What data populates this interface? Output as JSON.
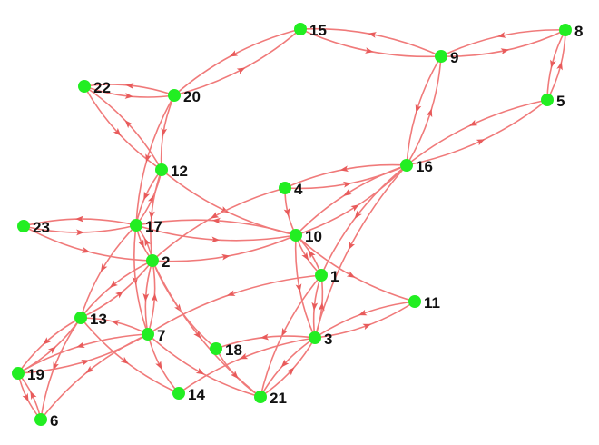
{
  "colors": {
    "edge": "#f07a7a",
    "arrow": "#e85b5b",
    "node": "#22ee22",
    "label": "#111111",
    "background": "#ffffff"
  },
  "nodes": [
    {
      "id": "1",
      "label": "1"
    },
    {
      "id": "2",
      "label": "2"
    },
    {
      "id": "3",
      "label": "3"
    },
    {
      "id": "4",
      "label": "4"
    },
    {
      "id": "5",
      "label": "5"
    },
    {
      "id": "6",
      "label": "6"
    },
    {
      "id": "7",
      "label": "7"
    },
    {
      "id": "8",
      "label": "8"
    },
    {
      "id": "9",
      "label": "9"
    },
    {
      "id": "10",
      "label": "10"
    },
    {
      "id": "11",
      "label": "11"
    },
    {
      "id": "12",
      "label": "12"
    },
    {
      "id": "13",
      "label": "13"
    },
    {
      "id": "14",
      "label": "14"
    },
    {
      "id": "15",
      "label": "15"
    },
    {
      "id": "16",
      "label": "16"
    },
    {
      "id": "17",
      "label": "17"
    },
    {
      "id": "18",
      "label": "18"
    },
    {
      "id": "19",
      "label": "19"
    },
    {
      "id": "20",
      "label": "20"
    },
    {
      "id": "21",
      "label": "21"
    },
    {
      "id": "22",
      "label": "22"
    },
    {
      "id": "23",
      "label": "23"
    }
  ],
  "edges": [
    [
      "15",
      "20"
    ],
    [
      "20",
      "15"
    ],
    [
      "15",
      "9"
    ],
    [
      "9",
      "15"
    ],
    [
      "9",
      "8"
    ],
    [
      "8",
      "9"
    ],
    [
      "8",
      "5"
    ],
    [
      "5",
      "8"
    ],
    [
      "9",
      "16"
    ],
    [
      "16",
      "9"
    ],
    [
      "5",
      "16"
    ],
    [
      "16",
      "5"
    ],
    [
      "22",
      "20"
    ],
    [
      "20",
      "22"
    ],
    [
      "22",
      "12"
    ],
    [
      "12",
      "22"
    ],
    [
      "20",
      "12"
    ],
    [
      "20",
      "17"
    ],
    [
      "12",
      "17"
    ],
    [
      "17",
      "12"
    ],
    [
      "12",
      "2"
    ],
    [
      "12",
      "10"
    ],
    [
      "16",
      "4"
    ],
    [
      "4",
      "16"
    ],
    [
      "4",
      "10"
    ],
    [
      "4",
      "2"
    ],
    [
      "16",
      "10"
    ],
    [
      "10",
      "16"
    ],
    [
      "16",
      "1"
    ],
    [
      "16",
      "3"
    ],
    [
      "17",
      "10"
    ],
    [
      "10",
      "17"
    ],
    [
      "2",
      "10"
    ],
    [
      "17",
      "23"
    ],
    [
      "23",
      "17"
    ],
    [
      "23",
      "2"
    ],
    [
      "17",
      "2"
    ],
    [
      "2",
      "17"
    ],
    [
      "17",
      "7"
    ],
    [
      "17",
      "13"
    ],
    [
      "2",
      "7"
    ],
    [
      "7",
      "2"
    ],
    [
      "2",
      "13"
    ],
    [
      "13",
      "2"
    ],
    [
      "2",
      "18"
    ],
    [
      "2",
      "21"
    ],
    [
      "10",
      "1"
    ],
    [
      "1",
      "10"
    ],
    [
      "10",
      "3"
    ],
    [
      "10",
      "11"
    ],
    [
      "1",
      "3"
    ],
    [
      "3",
      "1"
    ],
    [
      "1",
      "7"
    ],
    [
      "1",
      "21"
    ],
    [
      "11",
      "3"
    ],
    [
      "3",
      "11"
    ],
    [
      "13",
      "19"
    ],
    [
      "19",
      "13"
    ],
    [
      "13",
      "6"
    ],
    [
      "13",
      "14"
    ],
    [
      "7",
      "19"
    ],
    [
      "19",
      "7"
    ],
    [
      "7",
      "6"
    ],
    [
      "7",
      "13"
    ],
    [
      "7",
      "14"
    ],
    [
      "7",
      "21"
    ],
    [
      "19",
      "6"
    ],
    [
      "6",
      "19"
    ],
    [
      "3",
      "14"
    ],
    [
      "3",
      "21"
    ],
    [
      "21",
      "3"
    ],
    [
      "18",
      "21"
    ],
    [
      "3",
      "18"
    ]
  ]
}
